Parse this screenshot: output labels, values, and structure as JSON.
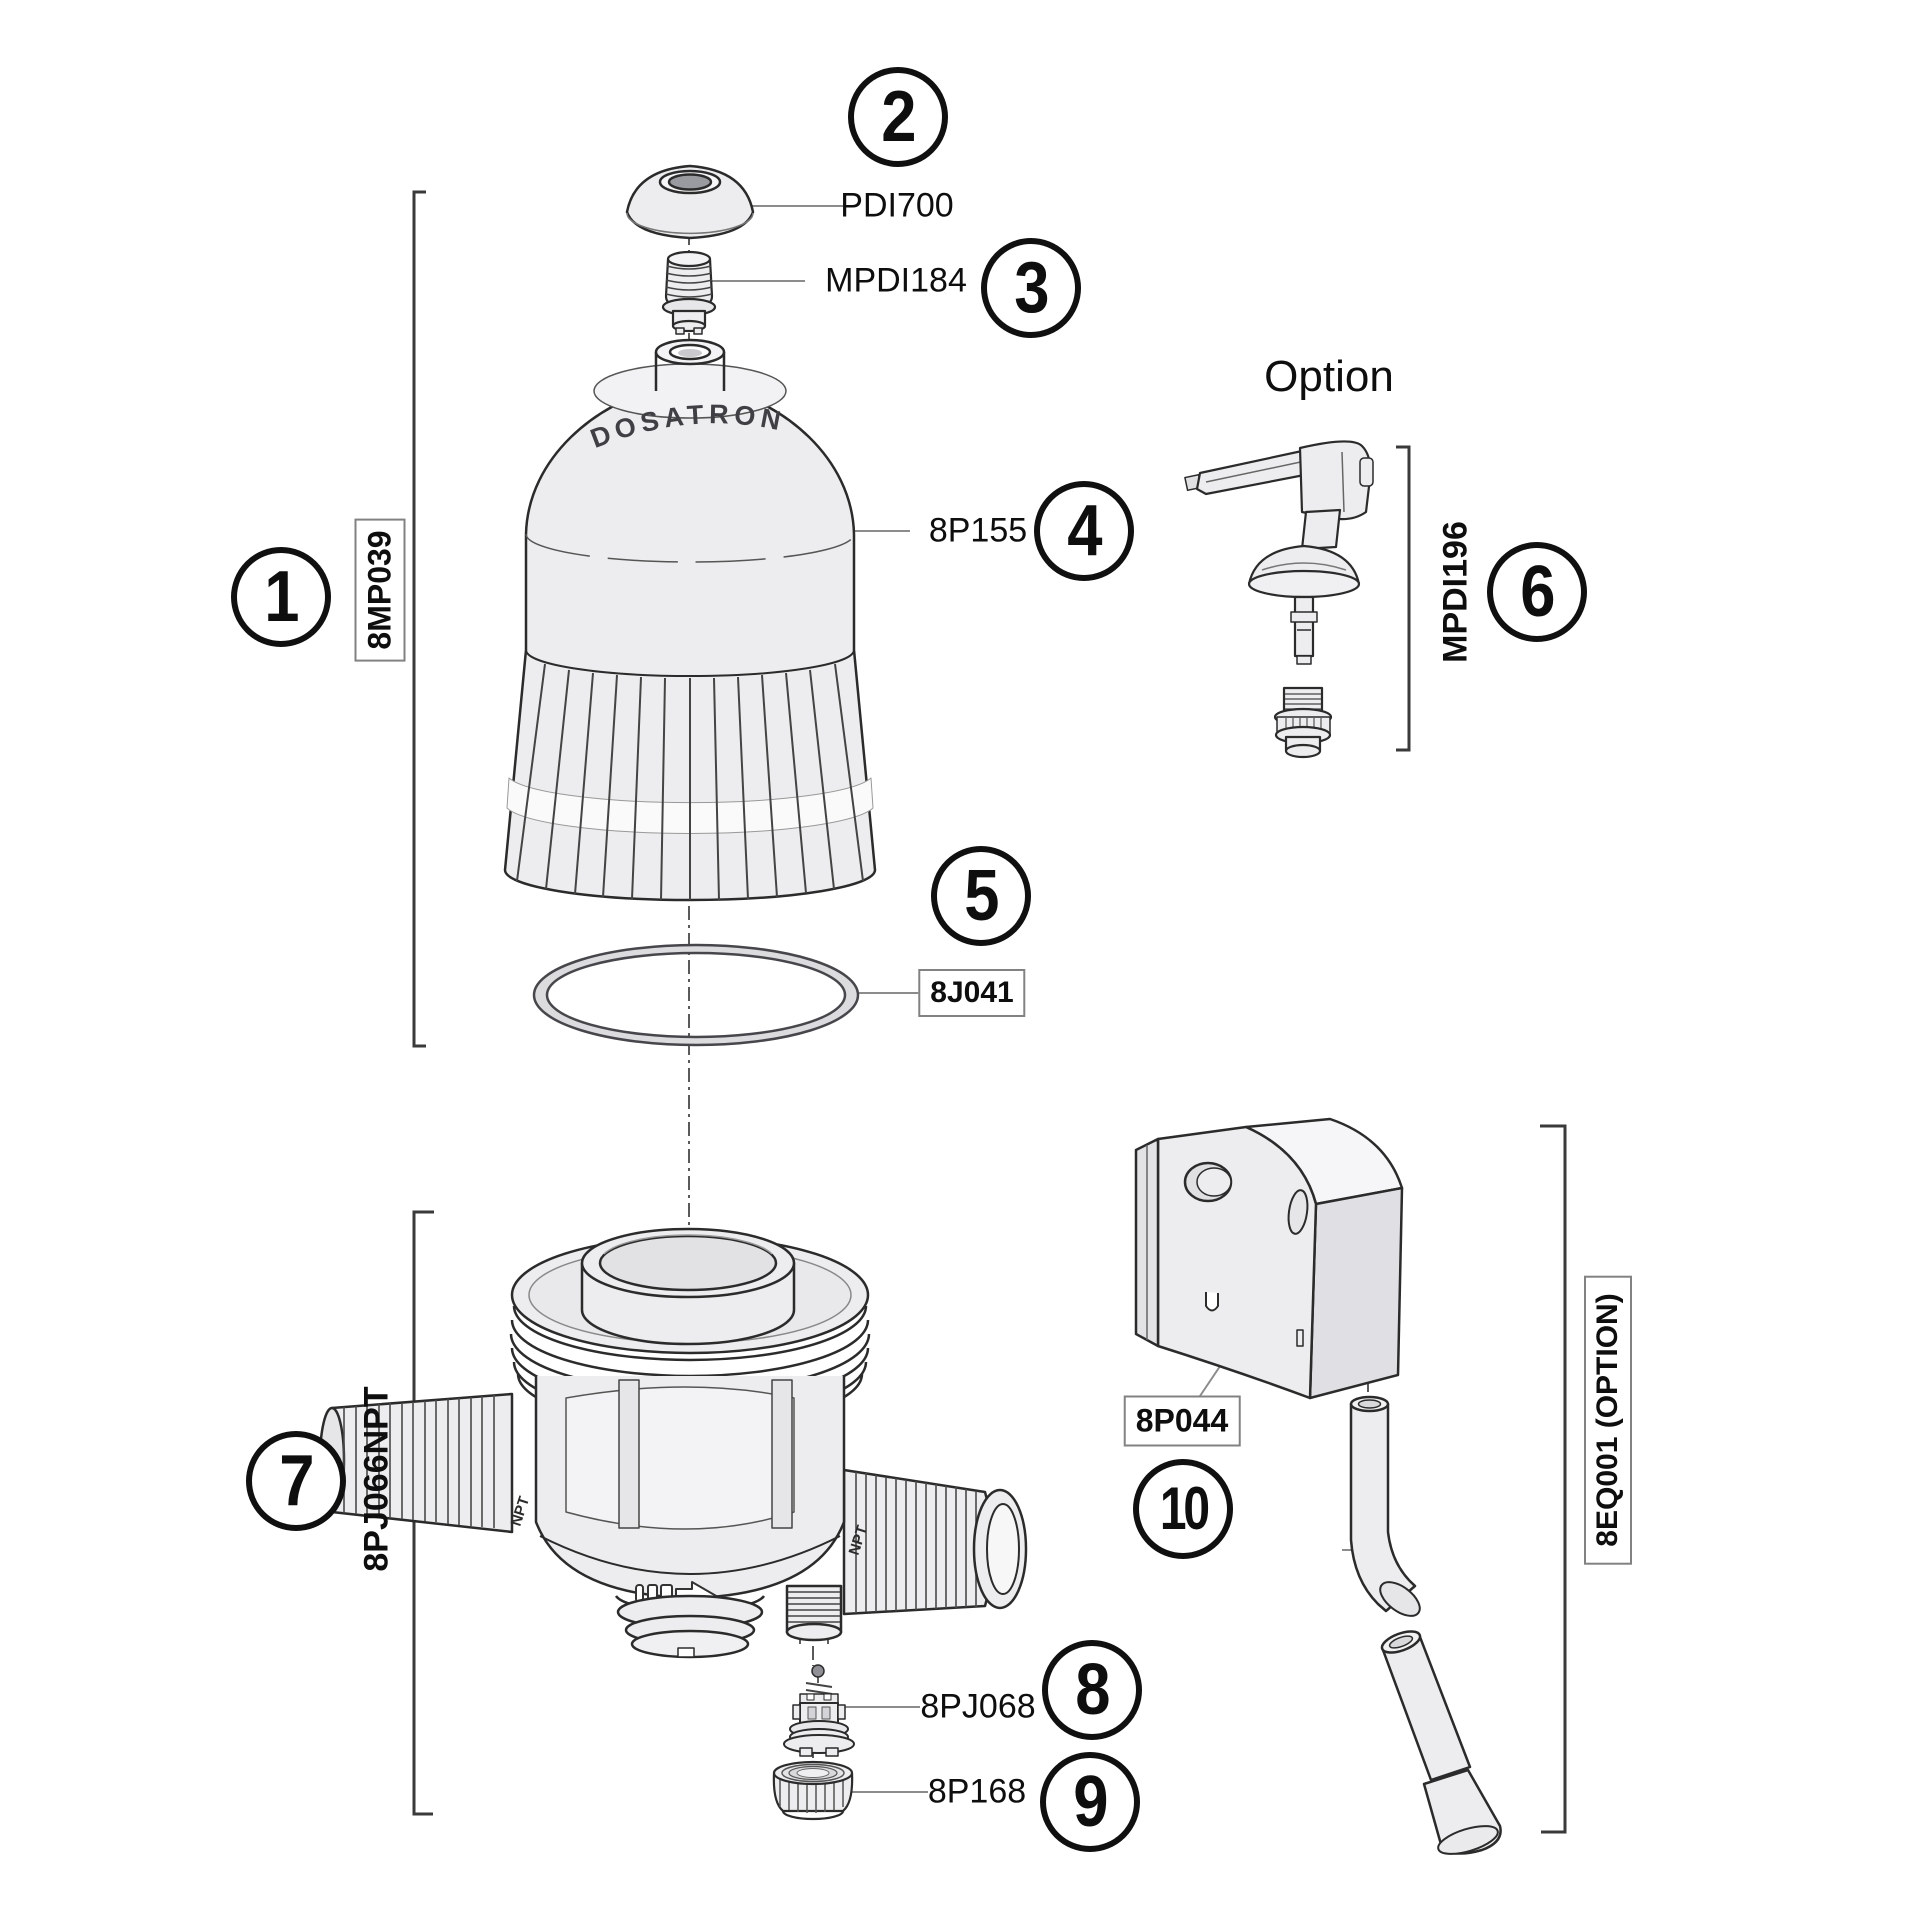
{
  "option_heading": "Option",
  "brand": {
    "dosatron": "DOSATRON",
    "npt": "NPT"
  },
  "callouts": [
    {
      "number": "1"
    },
    {
      "number": "2"
    },
    {
      "number": "3"
    },
    {
      "number": "4"
    },
    {
      "number": "5"
    },
    {
      "number": "6"
    },
    {
      "number": "7"
    },
    {
      "number": "8"
    },
    {
      "number": "9"
    },
    {
      "number": "10"
    }
  ],
  "labels": {
    "pdi700": "PDI700",
    "mpdi184": "MPDI184",
    "p155": "8P155",
    "mp039": "8MP039",
    "mpdi196": "MPDI196",
    "j041": "8J041",
    "pj066npt": "8PJ066NPT",
    "p044": "8P044",
    "pj068": "8PJ068",
    "p168": "8P168",
    "eq001": "8EQ001 (OPTION)"
  },
  "colors": {
    "background": "#ffffff",
    "outline": "#2b2b2b",
    "part_fill": "#ededef",
    "part_shade": "#e0e0e4",
    "part_light": "#f4f4f6",
    "oring_fill": "#dcdcdf",
    "leader": "#8c8c8c",
    "bracket": "#3a3a3a",
    "label_box_border": "#828282",
    "text": "#0e0e0e"
  }
}
